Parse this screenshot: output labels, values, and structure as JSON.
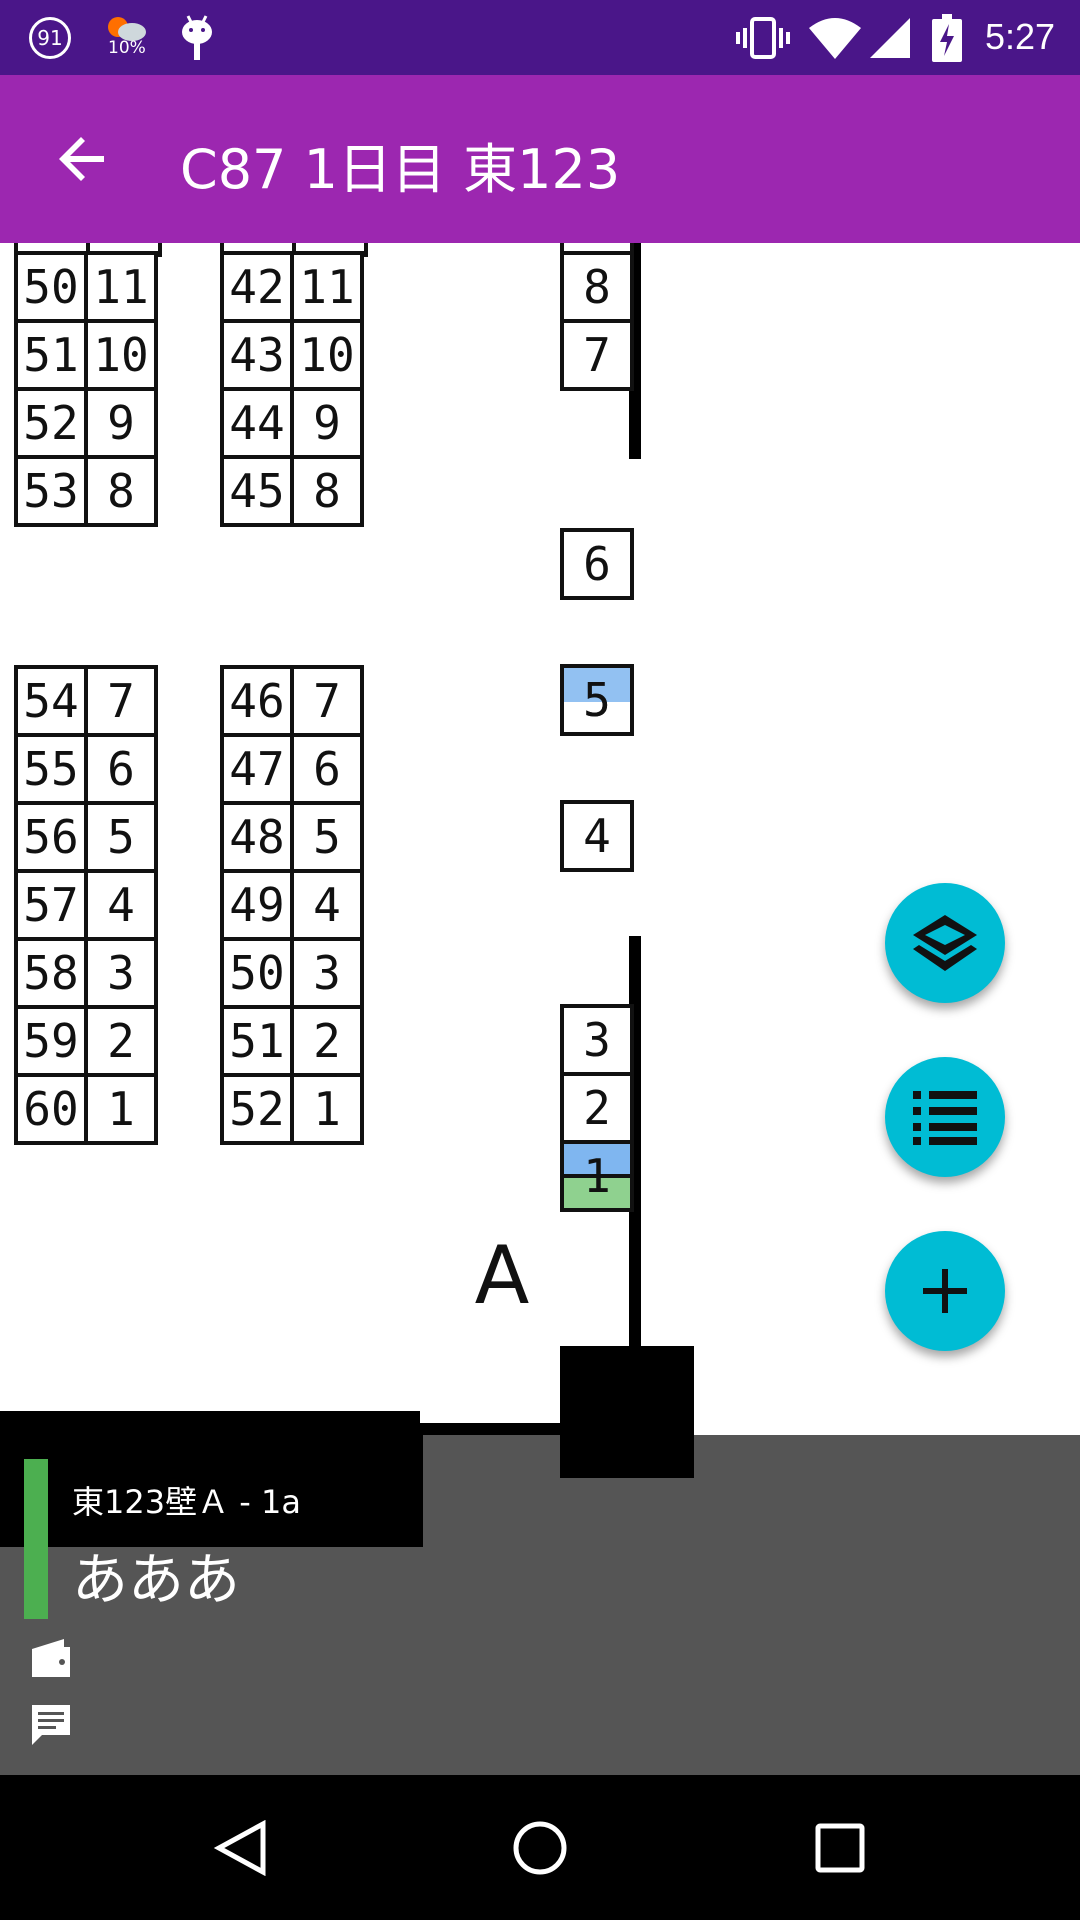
{
  "status_bar": {
    "notification_badge": "91",
    "weather_percent": "10%",
    "time": "5:27",
    "icons": [
      "notification-count-icon",
      "weather-icon",
      "android-debug-icon",
      "vibrate-icon",
      "wifi-icon",
      "signal-icon",
      "battery-charging-icon"
    ]
  },
  "toolbar": {
    "title": "C87 1日目 東123",
    "back_icon": "arrow-back-icon"
  },
  "map": {
    "left_block_top": [
      [
        "50",
        "11"
      ],
      [
        "51",
        "10"
      ],
      [
        "52",
        "9"
      ],
      [
        "53",
        "8"
      ]
    ],
    "mid_block_top": [
      [
        "42",
        "11"
      ],
      [
        "43",
        "10"
      ],
      [
        "44",
        "9"
      ],
      [
        "45",
        "8"
      ]
    ],
    "left_block_bottom": [
      [
        "54",
        "7"
      ],
      [
        "55",
        "6"
      ],
      [
        "56",
        "5"
      ],
      [
        "57",
        "4"
      ],
      [
        "58",
        "3"
      ],
      [
        "59",
        "2"
      ],
      [
        "60",
        "1"
      ]
    ],
    "mid_block_bottom": [
      [
        "46",
        "7"
      ],
      [
        "47",
        "6"
      ],
      [
        "48",
        "5"
      ],
      [
        "49",
        "4"
      ],
      [
        "50",
        "3"
      ],
      [
        "51",
        "2"
      ],
      [
        "52",
        "1"
      ]
    ],
    "wall_top": [
      "8",
      "7"
    ],
    "wall_singles": [
      "6",
      "5",
      "4"
    ],
    "wall_bottom": [
      "3",
      "2",
      "1"
    ],
    "area_label": "A",
    "highlight_colors": {
      "blue": "#7fb6f0",
      "green": "#8fd18f"
    }
  },
  "panel": {
    "location": "東123壁Ａ - 1a",
    "name": "あああ",
    "accent_color": "#4caf50",
    "icons": [
      "wallet-icon",
      "comment-icon"
    ]
  },
  "fabs": [
    "layers-icon",
    "list-icon",
    "add-icon"
  ],
  "nav": [
    "back-triangle-icon",
    "home-circle-icon",
    "recents-square-icon"
  ]
}
